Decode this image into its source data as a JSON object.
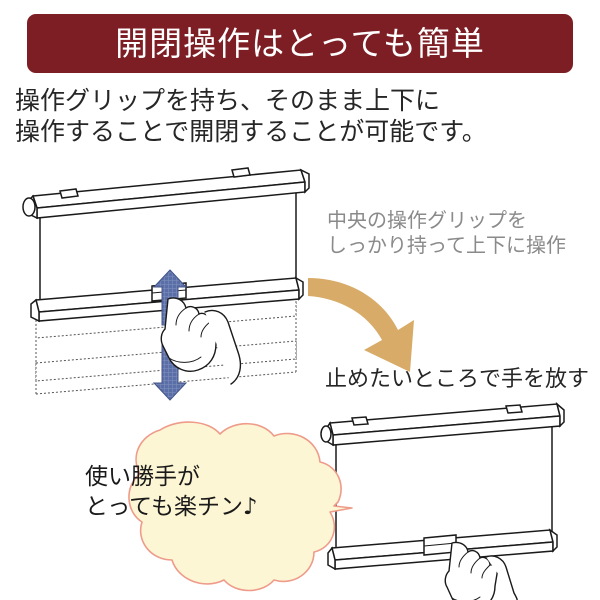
{
  "header": {
    "title": "開閉操作はとっても簡単",
    "background_color": "#7d1e24",
    "text_color": "#ffffff"
  },
  "intro": {
    "line1": "操作グリップを持ち、そのまま上下に",
    "line2": "操作することで開閉することが可能です。",
    "text_color": "#262626"
  },
  "captions": {
    "grip_instruction": {
      "line1": "中央の操作グリップを",
      "line2": "しっかり持って上下に操作",
      "text_color": "#8a8a8a"
    },
    "release_instruction": {
      "text": "止めたいところで手を放す",
      "text_color": "#262626"
    }
  },
  "speech_bubble": {
    "line1": "使い勝手が",
    "line2": "とっても楽チン♪",
    "fill_color": "#fdf6d4",
    "border_color": "#ee9b8a",
    "text_color": "#1a1a1a"
  },
  "illustrations": {
    "left_diagram": {
      "name": "roller-blind-operating-diagram",
      "arrow_up": "up-arrow-icon",
      "arrow_down": "down-arrow-icon",
      "arrow_color": "#5a6fa8",
      "hand": "hand-gripping-icon",
      "ghost_positions": 2
    },
    "transition_arrow": {
      "name": "curved-arrow-icon",
      "color": "#d8ac68"
    },
    "right_diagram": {
      "name": "roller-blind-released-diagram",
      "hand": "hand-releasing-icon"
    }
  }
}
